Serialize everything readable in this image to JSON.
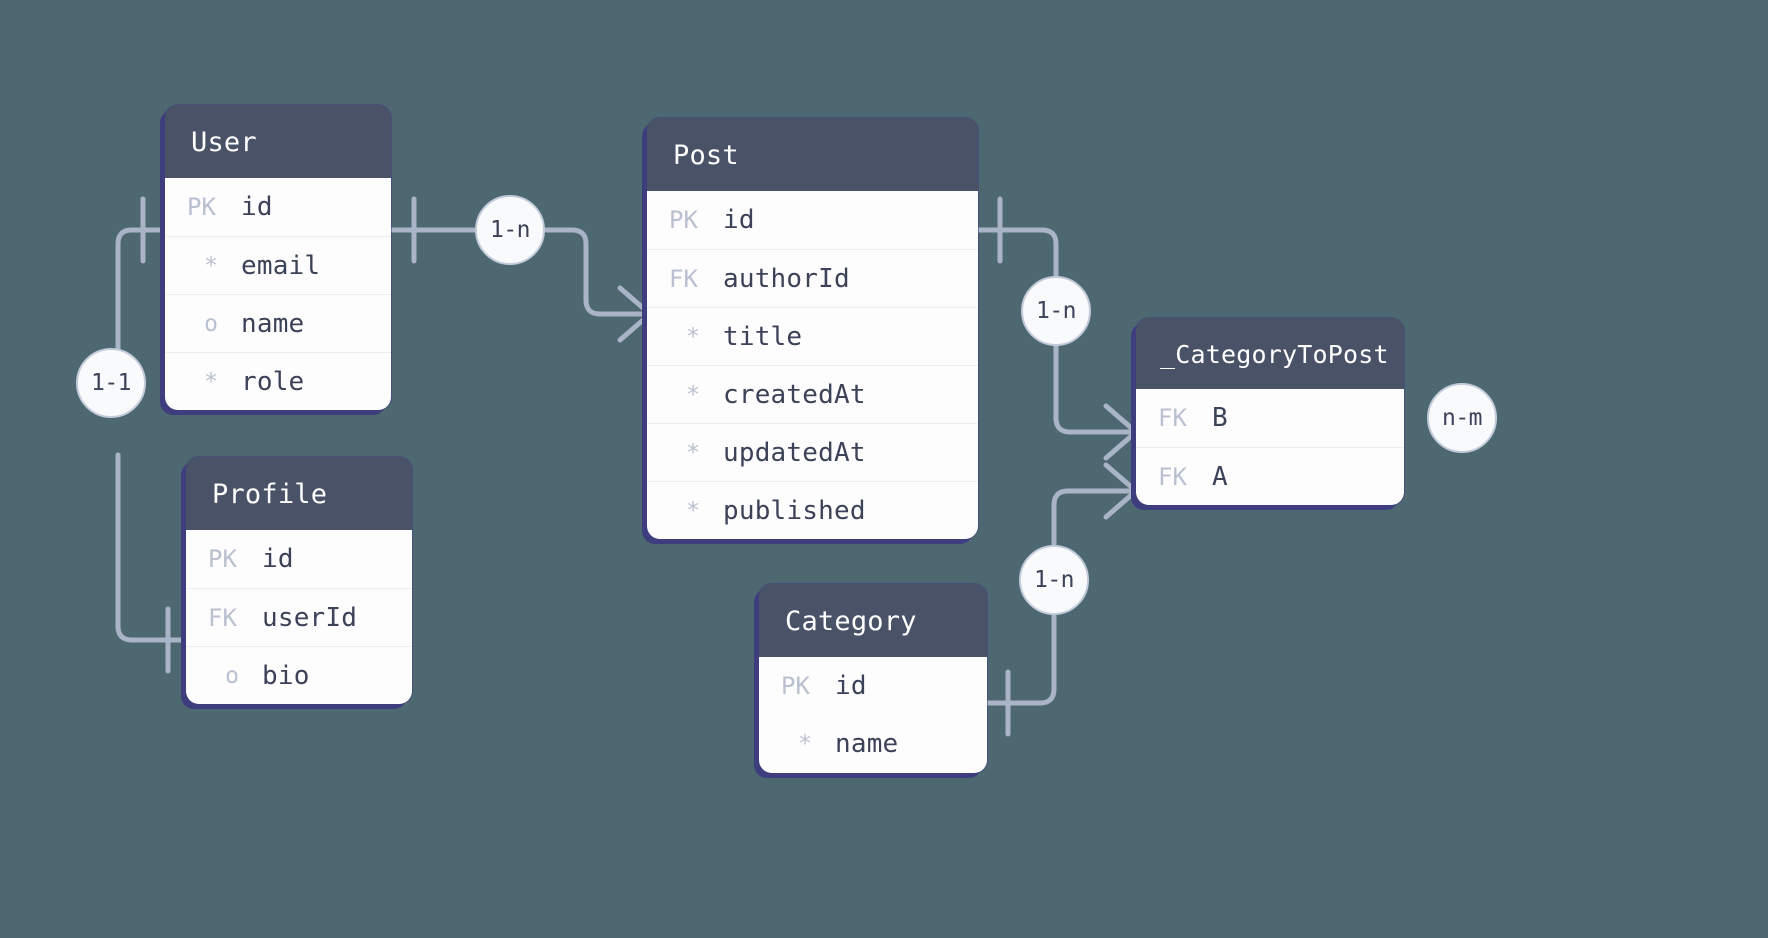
{
  "diagram": {
    "type": "entity-relationship-diagram",
    "background_color": "#4e6871",
    "header_color": "#4a5268",
    "body_color": "#fdfdfe",
    "accent_color": "#3e3e7e",
    "connector_color": "#aab4c8"
  },
  "entities": [
    {
      "id": "user",
      "title": "User",
      "fields": [
        {
          "key": "PK",
          "name": "id"
        },
        {
          "key": "*",
          "name": "email"
        },
        {
          "key": "o",
          "name": "name"
        },
        {
          "key": "*",
          "name": "role"
        }
      ]
    },
    {
      "id": "profile",
      "title": "Profile",
      "fields": [
        {
          "key": "PK",
          "name": "id"
        },
        {
          "key": "FK",
          "name": "userId"
        },
        {
          "key": "o",
          "name": "bio"
        }
      ]
    },
    {
      "id": "post",
      "title": "Post",
      "fields": [
        {
          "key": "PK",
          "name": "id"
        },
        {
          "key": "FK",
          "name": "authorId"
        },
        {
          "key": "*",
          "name": "title"
        },
        {
          "key": "*",
          "name": "createdAt"
        },
        {
          "key": "*",
          "name": "updatedAt"
        },
        {
          "key": "*",
          "name": "published"
        }
      ]
    },
    {
      "id": "categorytopost",
      "title": "_CategoryToPost",
      "fields": [
        {
          "key": "FK",
          "name": "B"
        },
        {
          "key": "FK",
          "name": "A"
        }
      ]
    },
    {
      "id": "category",
      "title": "Category",
      "fields": [
        {
          "key": "PK",
          "name": "id"
        },
        {
          "key": "*",
          "name": "name"
        }
      ]
    }
  ],
  "relationships": [
    {
      "id": "user-profile",
      "label": "1-1"
    },
    {
      "id": "user-post",
      "label": "1-n"
    },
    {
      "id": "post-ctp",
      "label": "1-n"
    },
    {
      "id": "category-ctp",
      "label": "1-n"
    },
    {
      "id": "category-to-post",
      "label": "n-m"
    }
  ]
}
